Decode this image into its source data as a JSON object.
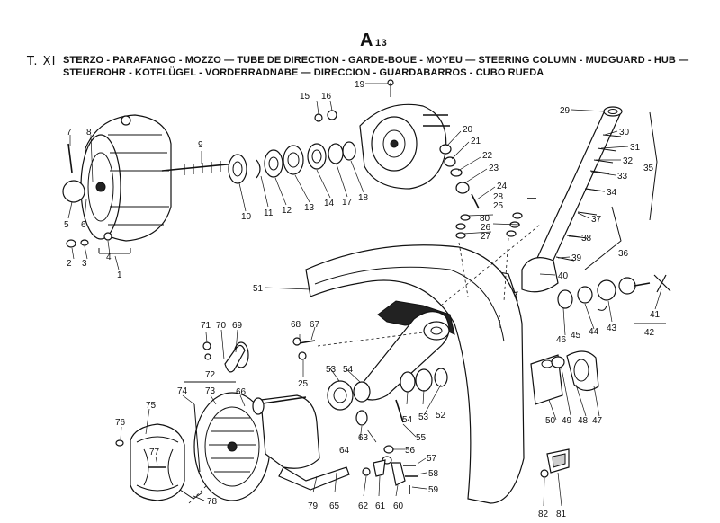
{
  "header": {
    "page_letter": "A",
    "page_number": "13",
    "table_id": "T. XI",
    "title_line_1": "STERZO - PARAFANGO - MOZZO — TUBE DE DIRECTION - GARDE-BOUE - MOYEU — STEERING COLUMN - MUDGUARD - HUB —",
    "title_line_2": "STEUEROHR - KOTFLÜGEL - VORDERRADNABE — DIRECCION - GUARDABARROS - CUBO RUEDA"
  },
  "callouts": [
    "1",
    "2",
    "3",
    "4",
    "5",
    "6",
    "7",
    "8",
    "9",
    "10",
    "11",
    "12",
    "13",
    "14",
    "15",
    "16",
    "17",
    "18",
    "19",
    "20",
    "21",
    "22",
    "23",
    "24",
    "25",
    "26",
    "27",
    "28",
    "29",
    "30",
    "31",
    "32",
    "33",
    "34",
    "35",
    "36",
    "37",
    "38",
    "39",
    "40",
    "41",
    "42",
    "43",
    "44",
    "45",
    "46",
    "47",
    "48",
    "49",
    "50",
    "51",
    "52",
    "53",
    "54",
    "55",
    "56",
    "57",
    "58",
    "59",
    "60",
    "61",
    "62",
    "63",
    "64",
    "65",
    "66",
    "67",
    "68",
    "69",
    "70",
    "71",
    "72",
    "73",
    "74",
    "75",
    "76",
    "77",
    "78",
    "79",
    "80",
    "81",
    "82"
  ]
}
